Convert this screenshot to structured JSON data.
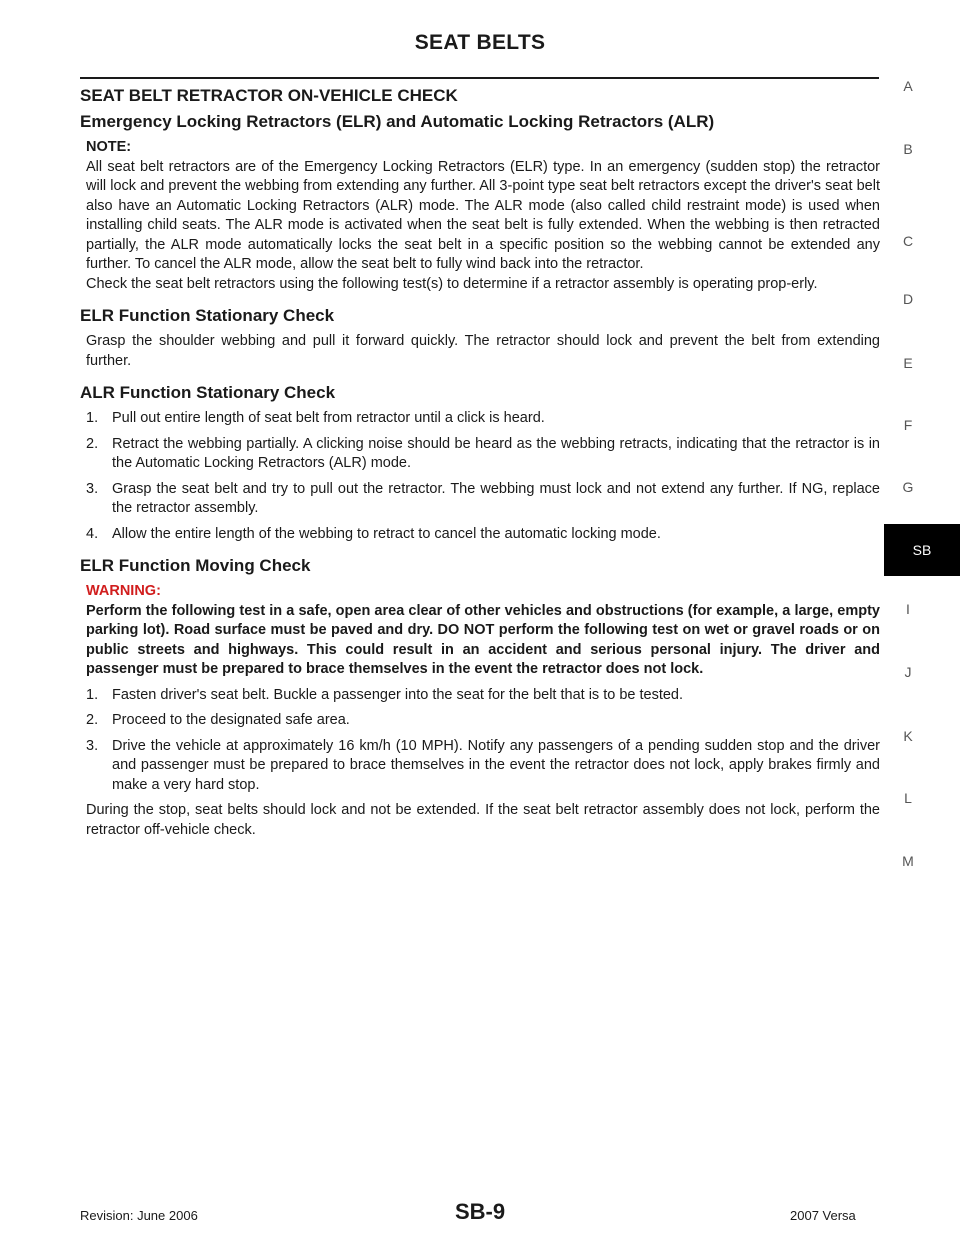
{
  "header": {
    "title": "SEAT BELTS"
  },
  "section": {
    "title": "SEAT BELT RETRACTOR ON-VEHICLE CHECK",
    "subtitle": "Emergency Locking Retractors (ELR) and Automatic Locking Retractors (ALR)",
    "note_label": "NOTE:",
    "note_text": "All seat belt retractors are of the Emergency Locking Retractors (ELR) type. In an emergency (sudden stop) the retractor will lock and prevent the webbing from extending any further. All 3-point type seat belt retractors except the driver's seat belt also have an Automatic Locking Retractors (ALR) mode. The ALR mode (also called child restraint mode) is used when installing child seats. The ALR mode is activated when the seat belt is fully extended. When the webbing is then retracted partially, the ALR mode automatically locks the seat belt in a specific position so the webbing cannot be extended any further. To cancel the ALR mode, allow the seat belt to fully wind back into the retractor.",
    "check_text": "Check the seat belt retractors using the following test(s) to determine if a retractor assembly is operating prop-erly."
  },
  "elr_stationary": {
    "title": "ELR Function Stationary Check",
    "text": "Grasp the shoulder webbing and pull it forward quickly. The retractor should lock and prevent the belt from extending further."
  },
  "alr_stationary": {
    "title": "ALR Function Stationary Check",
    "steps": [
      {
        "num": "1.",
        "text": "Pull out entire length of seat belt from retractor until a click is heard."
      },
      {
        "num": "2.",
        "text": "Retract the webbing partially. A clicking noise should be heard as the webbing retracts, indicating that the retractor is in the Automatic Locking Retractors (ALR) mode."
      },
      {
        "num": "3.",
        "text": "Grasp the seat belt and try to pull out the retractor. The webbing must lock and not extend any further. If NG, replace the retractor assembly."
      },
      {
        "num": "4.",
        "text": "Allow the entire length of the webbing to retract to cancel the automatic locking mode."
      }
    ]
  },
  "elr_moving": {
    "title": "ELR Function Moving Check",
    "warning_label": "WARNING:",
    "warning_text": "Perform the following test in a safe, open area clear of other vehicles and obstructions (for example, a large, empty parking lot). Road surface must be paved and dry. DO NOT perform the following test on wet or gravel roads or on public streets and highways. This could result in an accident and serious personal injury. The driver and passenger must be prepared to brace themselves in the event the retractor does not lock.",
    "steps": [
      {
        "num": "1.",
        "text": "Fasten driver's seat belt. Buckle a passenger into the seat for the belt that is to be tested."
      },
      {
        "num": "2.",
        "text": "Proceed to the designated safe area."
      },
      {
        "num": "3.",
        "text": "Drive the vehicle at approximately 16 km/h (10 MPH). Notify any passengers of a pending sudden stop and the driver and passenger must be prepared to brace themselves in the event the retractor does not lock, apply brakes firmly and make a very hard stop."
      }
    ],
    "after_text": "During the stop, seat belts should lock and not be extended. If the seat belt retractor assembly does not lock, perform the retractor off-vehicle check."
  },
  "side_index": [
    "A",
    "B",
    "C",
    "D",
    "E",
    "F",
    "G",
    "I",
    "J",
    "K",
    "L",
    "M"
  ],
  "side_tab": "SB",
  "footer": {
    "revision": "Revision: June 2006",
    "page": "SB-9",
    "model": "2007 Versa"
  }
}
